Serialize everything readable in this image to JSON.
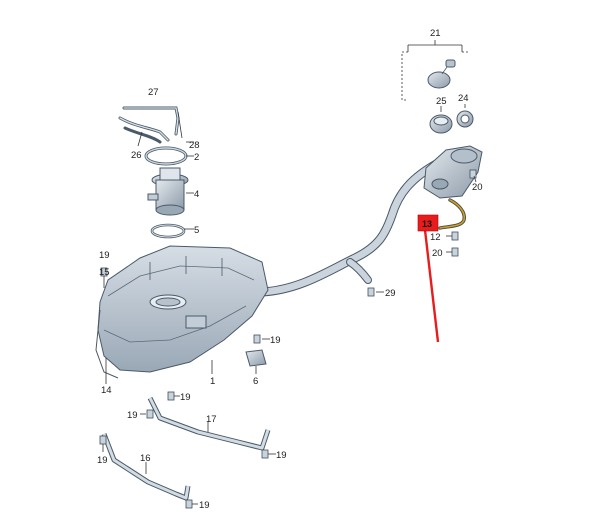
{
  "labels": {
    "p1": "1",
    "p2": "2",
    "p4": "4",
    "p5": "5",
    "p6": "6",
    "p12": "12",
    "p13": "13",
    "p14": "14",
    "p15": "15",
    "p16": "16",
    "p17": "17",
    "p19a": "19",
    "p19b": "19",
    "p19c": "19",
    "p19d": "19",
    "p19e": "19",
    "p19f": "19",
    "p20a": "20",
    "p20b": "20",
    "p21": "21",
    "p24": "24",
    "p25": "25",
    "p26": "26",
    "p27": "27",
    "p28": "28",
    "p29": "29"
  },
  "highlight": {
    "part": "13",
    "color": "#e81c1c"
  },
  "colors": {
    "part_fill": "#c6d0da",
    "part_shadow": "#8d9cab",
    "outline": "#4a5a6a",
    "accent_line": "#d4a017"
  }
}
